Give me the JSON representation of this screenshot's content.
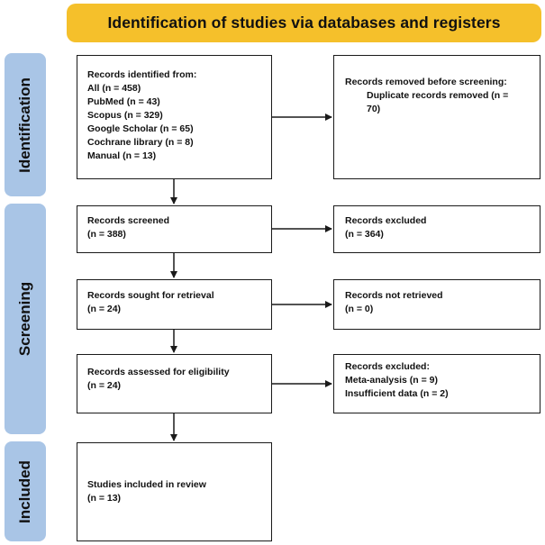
{
  "banner": "Identification of studies via databases and registers",
  "phases": {
    "identification": "Identification",
    "screening": "Screening",
    "included": "Included"
  },
  "boxes": {
    "identified": {
      "title": "Records identified from:",
      "items": [
        "All (n = 458)",
        "PubMed (n = 43)",
        "Scopus (n = 329)",
        "Google Scholar (n = 65)",
        "Cochrane library (n = 8)",
        "Manual  (n = 13)"
      ]
    },
    "removed": {
      "title": "Records removed before screening:",
      "detail_line1": "Duplicate records removed (n =",
      "detail_line2": "70)"
    },
    "screened": {
      "title": "Records screened",
      "count": "(n = 388)"
    },
    "excluded1": {
      "title": "Records excluded",
      "count": "(n = 364)"
    },
    "sought": {
      "title": "Records sought for retrieval",
      "count": "(n = 24)"
    },
    "not_retrieved": {
      "title": "Records not retrieved",
      "count": "(n = 0)"
    },
    "assessed": {
      "title": "Records assessed for eligibility",
      "count": "(n = 24)"
    },
    "excluded2": {
      "title": "Records excluded:",
      "items": [
        "Meta-analysis (n = 9)",
        "Insufficient data (n = 2)"
      ]
    },
    "included": {
      "title": "Studies included in review",
      "count": "(n = 13)"
    }
  },
  "colors": {
    "banner": "#f5c02b",
    "phase": "#a9c5e6",
    "border": "#1a1a1a"
  }
}
